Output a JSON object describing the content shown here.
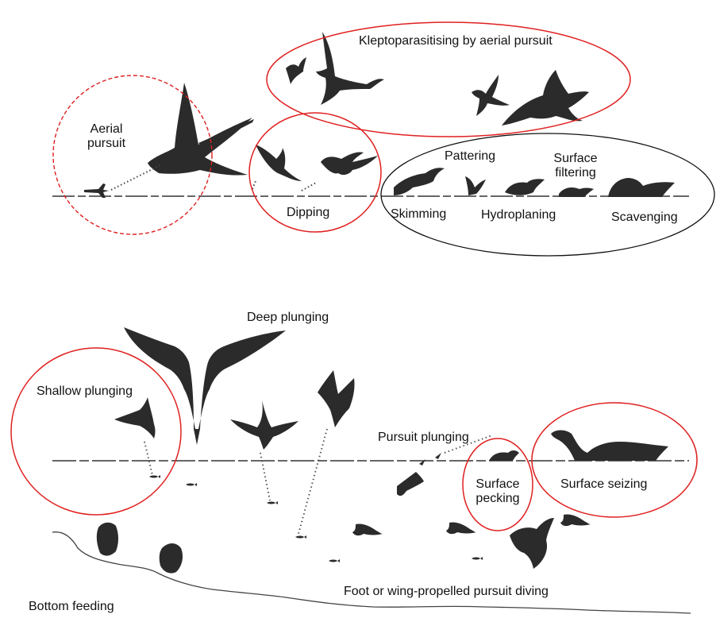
{
  "colors": {
    "ink": "#2b2b2b",
    "red_outline": "#e02020",
    "black_outline": "#111111"
  },
  "labels": {
    "klepto": "Kleptoparasitising by aerial pursuit",
    "aerial_line1": "Aerial",
    "aerial_line2": "pursuit",
    "pattering": "Pattering",
    "surface_filtering_line1": "Surface",
    "surface_filtering_line2": "filtering",
    "dipping": "Dipping",
    "skimming": "Skimming",
    "hydroplaning": "Hydroplaning",
    "scavenging": "Scavenging",
    "deep_plunging": "Deep plunging",
    "shallow_plunging": "Shallow plunging",
    "pursuit_plunging": "Pursuit plunging",
    "surface_pecking_line1": "Surface",
    "surface_pecking_line2": "pecking",
    "surface_seizing": "Surface seizing",
    "bottom_feeding": "Bottom feeding",
    "pursuit_diving": "Foot or wing-propelled pursuit diving"
  },
  "icons": [
    "frigatebird-icon",
    "skua-icon",
    "tern-icon",
    "petrel-icon",
    "albatross-icon",
    "gannet-icon",
    "penguin-icon",
    "fish-icon"
  ]
}
